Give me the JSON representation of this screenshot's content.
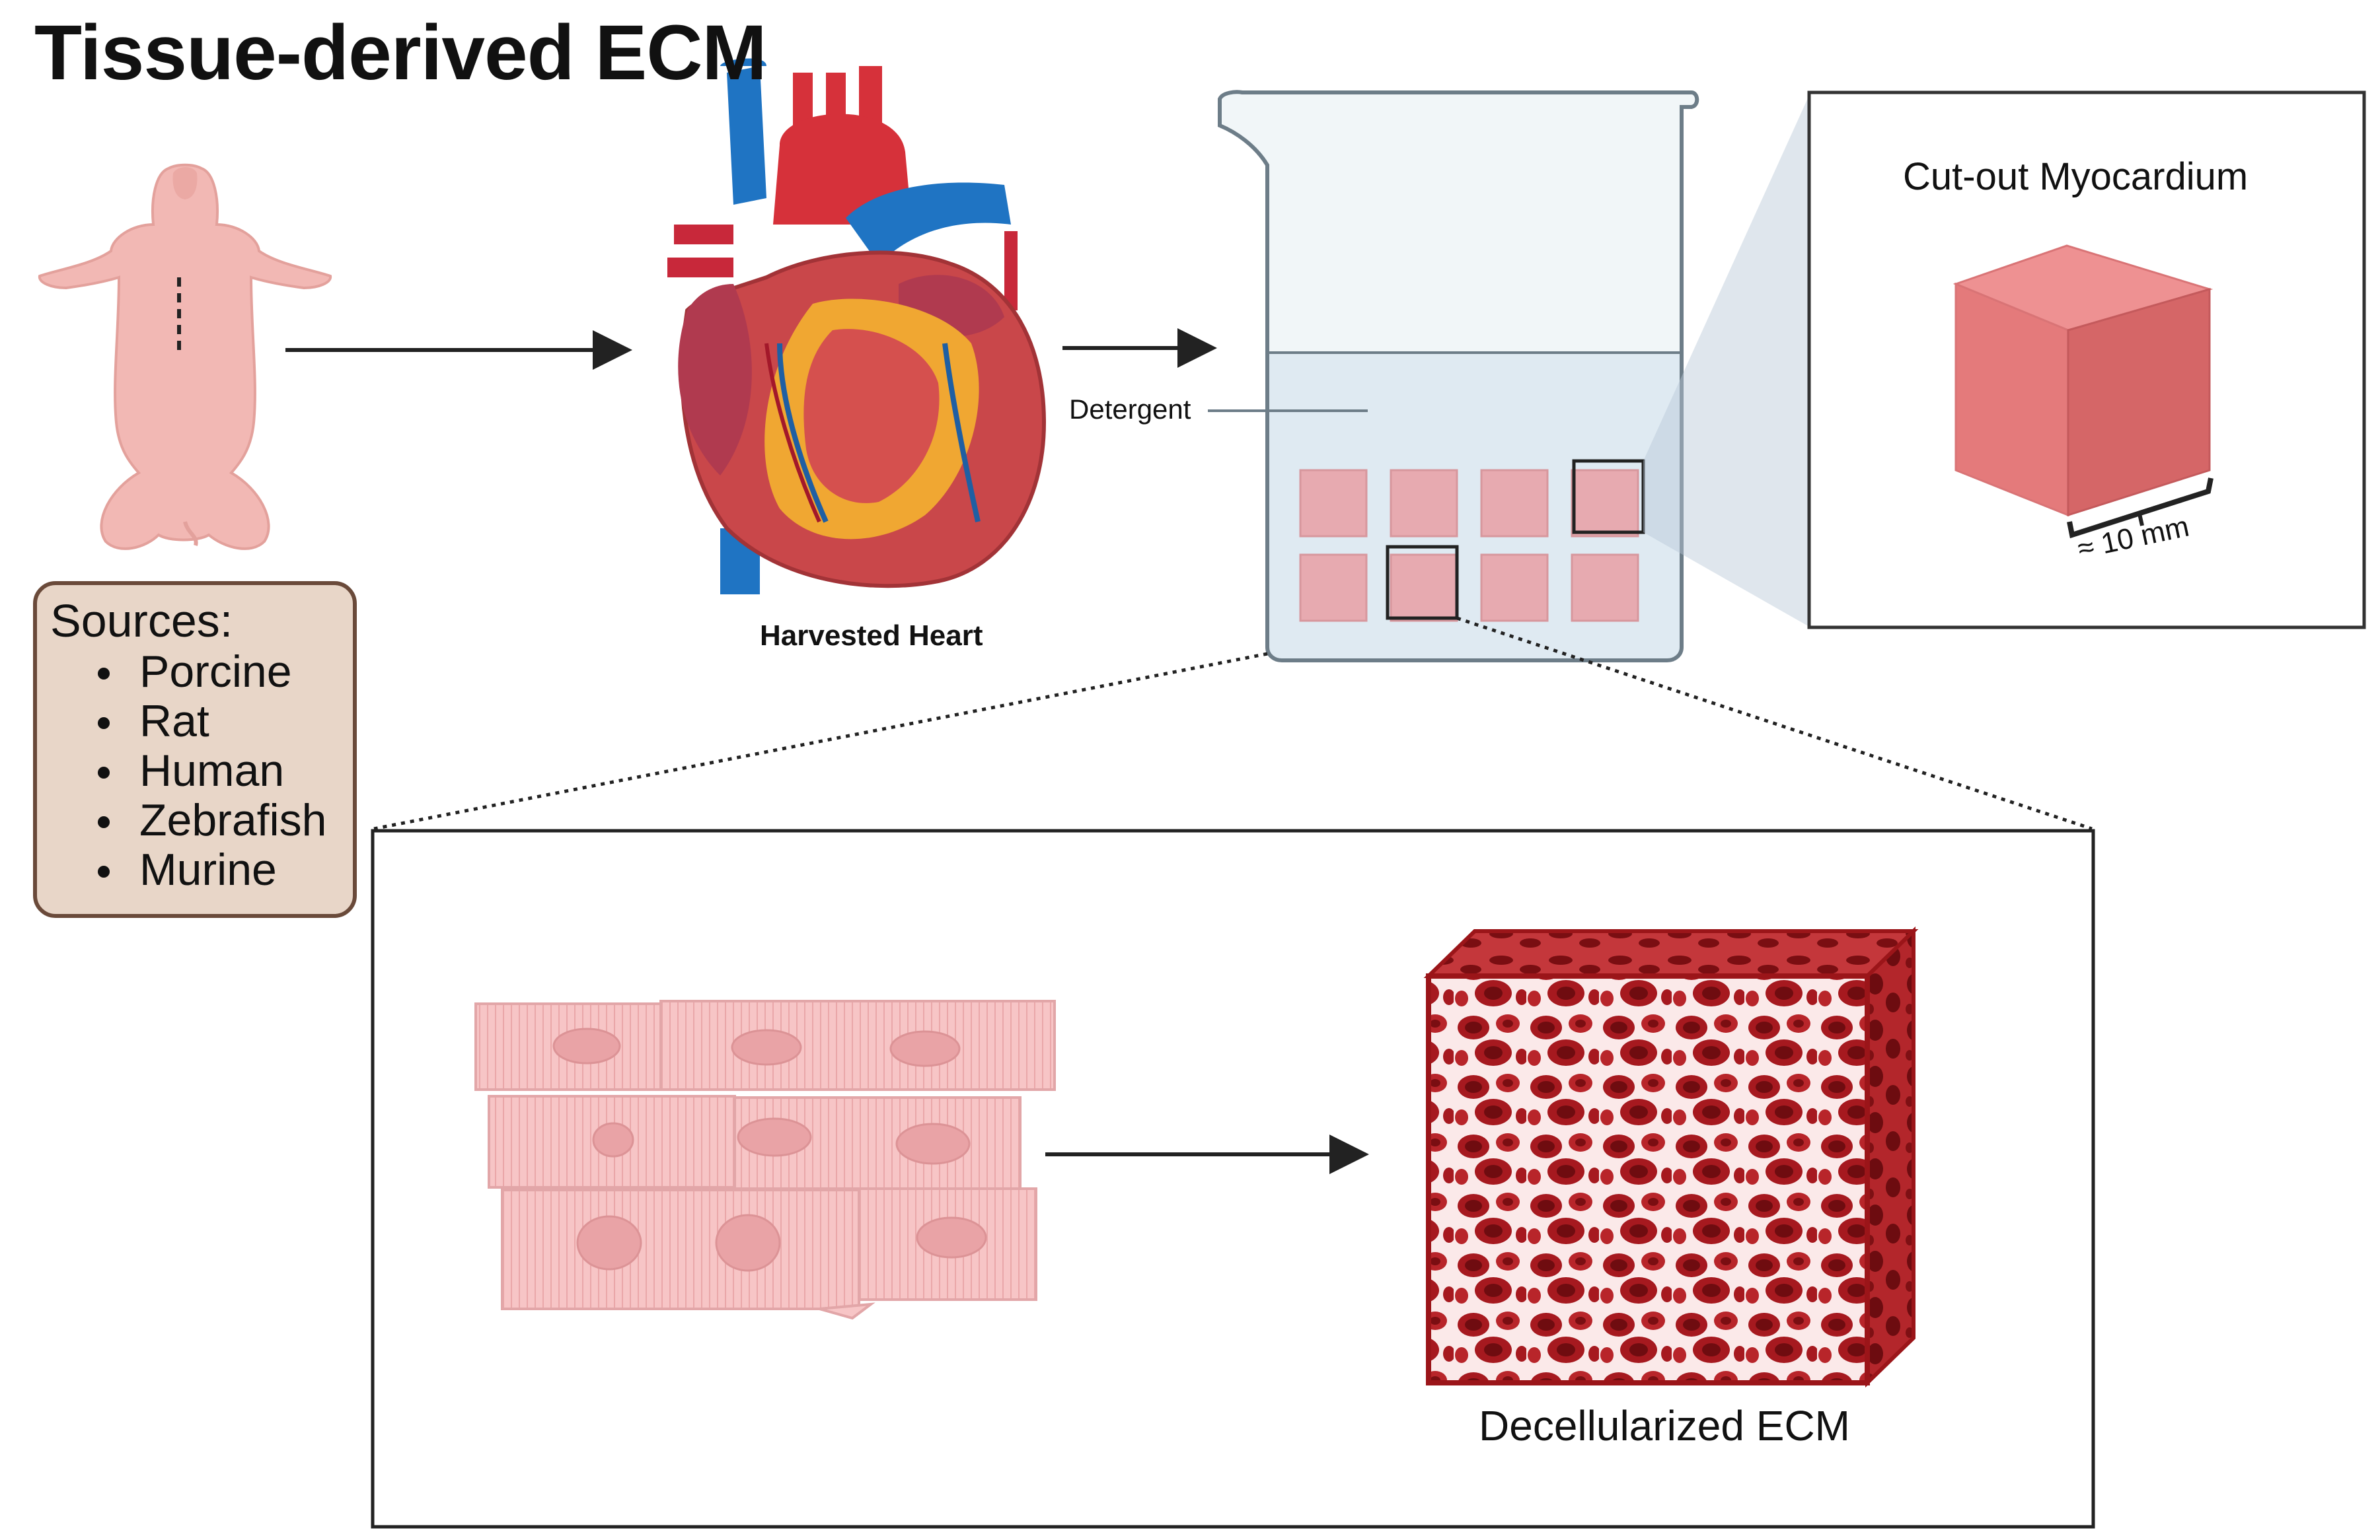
{
  "title": "Tissue-derived ECM",
  "sources": {
    "heading": "Sources:",
    "items": [
      "Porcine",
      "Rat",
      "Human",
      "Zebrafish",
      "Murine"
    ]
  },
  "labels": {
    "harvested_heart": "Harvested Heart",
    "detergent": "Detergent",
    "cut_out_myocardium": "Cut-out Myocardium",
    "cube_size": "≈ 10 mm",
    "decellularized_ecm": "Decellularized ECM"
  },
  "icons": [
    "pig-icon",
    "heart-icon",
    "beaker-icon",
    "tissue-cube-icon",
    "cardiomyocytes-icon",
    "ecm-scaffold-icon"
  ],
  "colors": {
    "sources_box_fill": "#e8d6c8",
    "sources_box_border": "#6a4a3a",
    "tissue_pink": "#e8777a",
    "ecm_red": "#b01f24",
    "detergent_blue": "#d7e5f1"
  }
}
